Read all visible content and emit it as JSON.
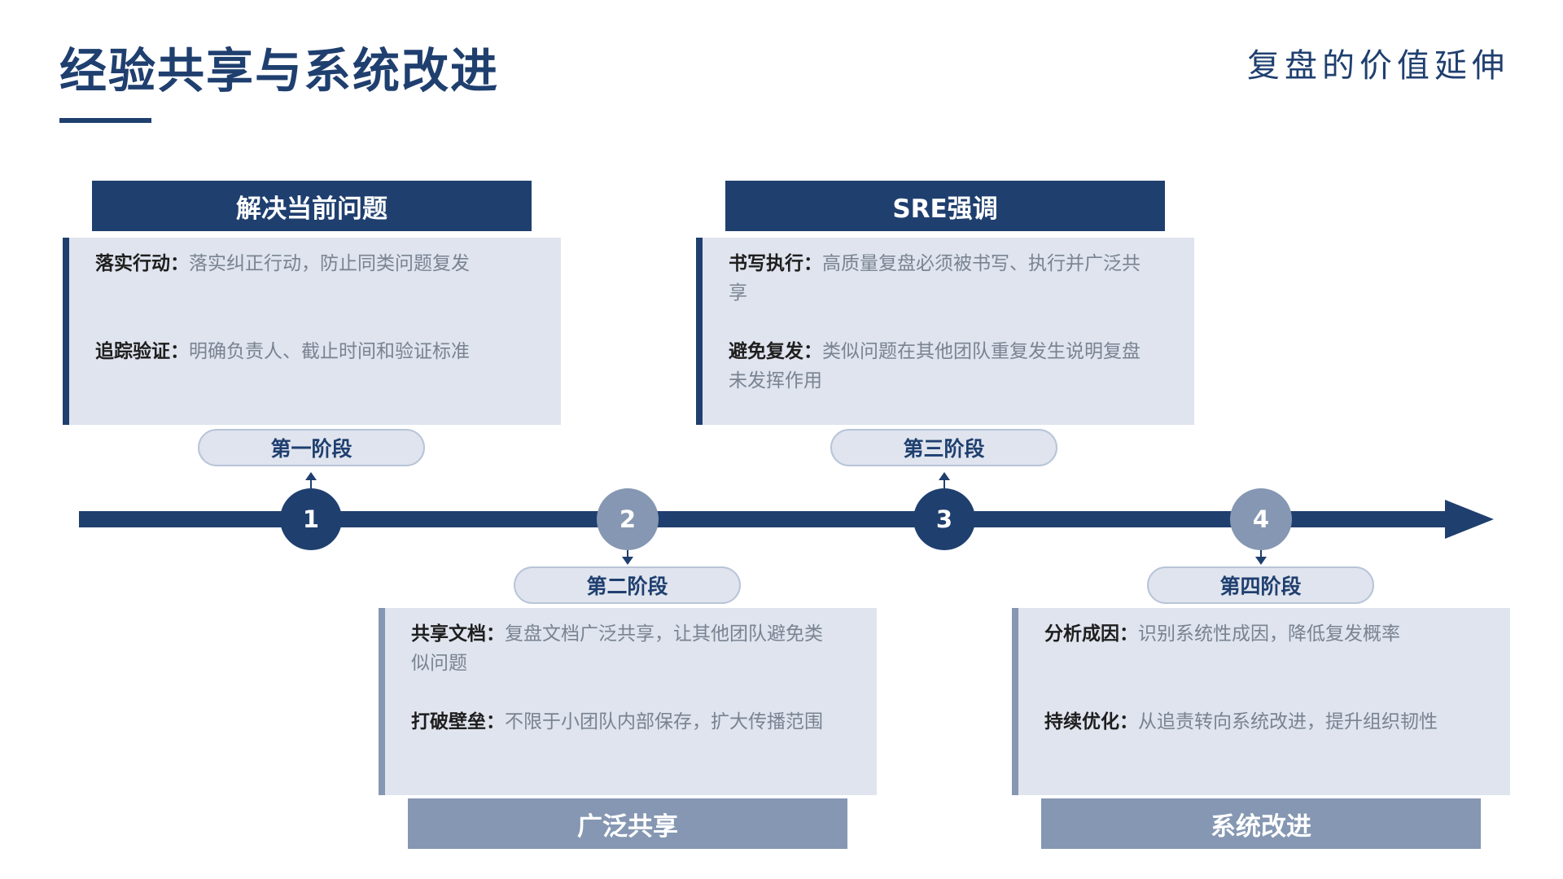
{
  "header": {
    "title": "经验共享与系统改进",
    "subtitle": "复盘的价值延伸"
  },
  "colors": {
    "primary": "#1f3f6f",
    "secondary": "#8597b2",
    "card_background": "#dfe4ee"
  },
  "stages": [
    {
      "number": "1",
      "stage_label": "第一阶段",
      "header": "解决当前问题",
      "items": [
        {
          "label": "落实行动：",
          "text": "落实纠正行动，防止同类问题复发"
        },
        {
          "label": "追踪验证：",
          "text": "明确负责人、截止时间和验证标准"
        }
      ]
    },
    {
      "number": "2",
      "stage_label": "第二阶段",
      "header": "广泛共享",
      "items": [
        {
          "label": "共享文档：",
          "text": "复盘文档广泛共享，让其他团队避免类似问题"
        },
        {
          "label": "打破壁垒：",
          "text": "不限于小团队内部保存，扩大传播范围"
        }
      ]
    },
    {
      "number": "3",
      "stage_label": "第三阶段",
      "header": "SRE强调",
      "items": [
        {
          "label": "书写执行：",
          "text": "高质量复盘必须被书写、执行并广泛共享"
        },
        {
          "label": "避免复发：",
          "text": "类似问题在其他团队重复发生说明复盘未发挥作用"
        }
      ]
    },
    {
      "number": "4",
      "stage_label": "第四阶段",
      "header": "系统改进",
      "items": [
        {
          "label": "分析成因：",
          "text": "识别系统性成因，降低复发概率"
        },
        {
          "label": "持续优化：",
          "text": "从追责转向系统改进，提升组织韧性"
        }
      ]
    }
  ]
}
